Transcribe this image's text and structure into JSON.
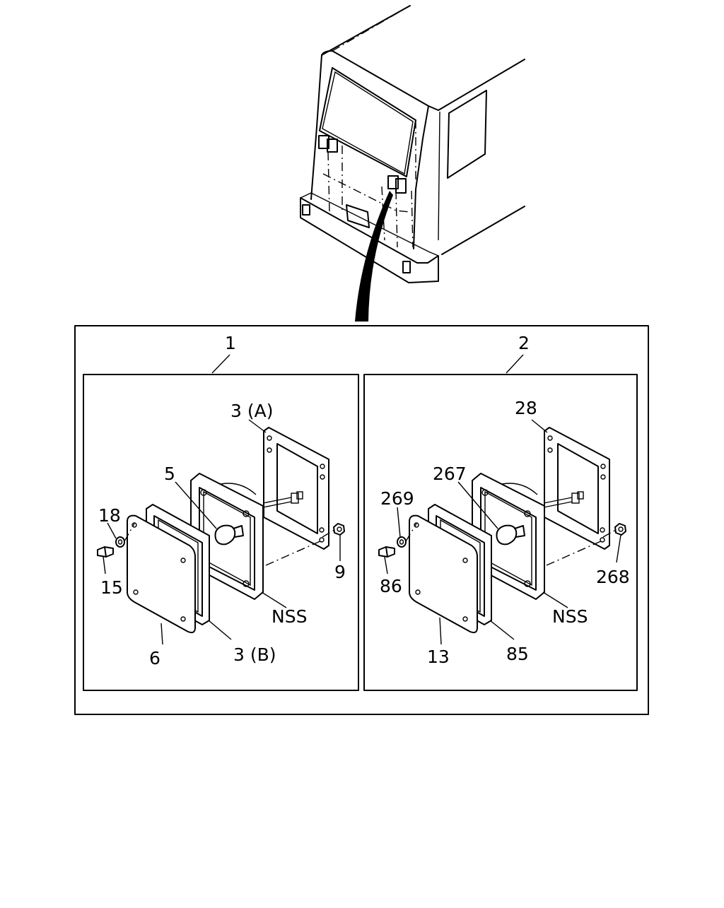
{
  "diagram": {
    "assemblies": [
      {
        "callout": "1",
        "labels": {
          "gasket_rear": "3 (A)",
          "bulb": "5",
          "washer": "18",
          "screw": "15",
          "nut": "9",
          "body": "NSS",
          "lens": "6",
          "gasket_front": "3 (B)"
        }
      },
      {
        "callout": "2",
        "labels": {
          "gasket_rear": "28",
          "bulb": "267",
          "washer": "269",
          "screw": "86",
          "nut": "268",
          "body": "NSS",
          "lens": "13",
          "gasket_front": "85"
        }
      }
    ]
  }
}
